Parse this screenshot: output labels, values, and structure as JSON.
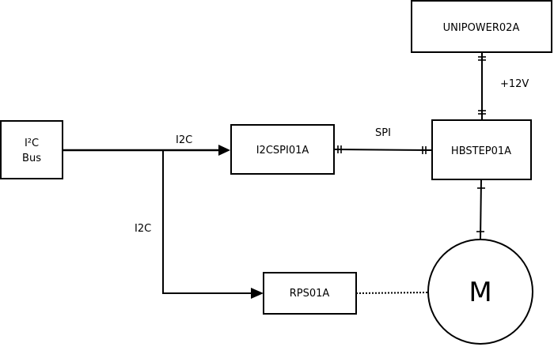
{
  "nodes": {
    "bus": {
      "line1": "I²C",
      "line2": "Bus"
    },
    "i2cspi": {
      "label": "I2CSPI01A"
    },
    "hbstep": {
      "label": "HBSTEP01A"
    },
    "unipower": {
      "label": "UNIPOWER02A"
    },
    "rps": {
      "label": "RPS01A"
    },
    "motor": {
      "label": "M"
    }
  },
  "edges": {
    "bus_to_i2cspi": {
      "label": "I2C"
    },
    "bus_to_rps": {
      "label": "I2C"
    },
    "i2cspi_to_hbstep": {
      "label": "SPI"
    },
    "unipower_to_hbstep": {
      "label": "+12V"
    }
  }
}
